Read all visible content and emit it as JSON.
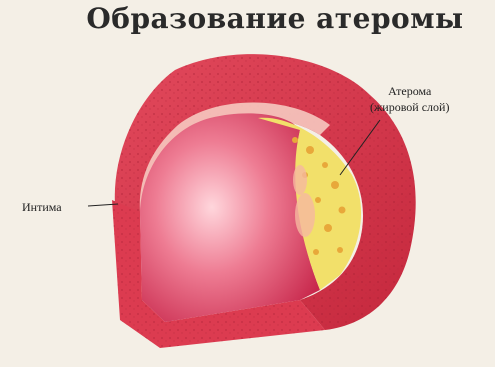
{
  "title": "Образование атеромы",
  "labels": {
    "intima": "Интима",
    "atheroma_line1": "Атерома",
    "atheroma_line2": "(жировой слой)"
  },
  "colors": {
    "background": "#f4efe6",
    "wall_outer": "#d8344a",
    "lumen": "#e04b6d",
    "intima_band": "#f6c9c0",
    "plaque": "#f2e06a"
  }
}
